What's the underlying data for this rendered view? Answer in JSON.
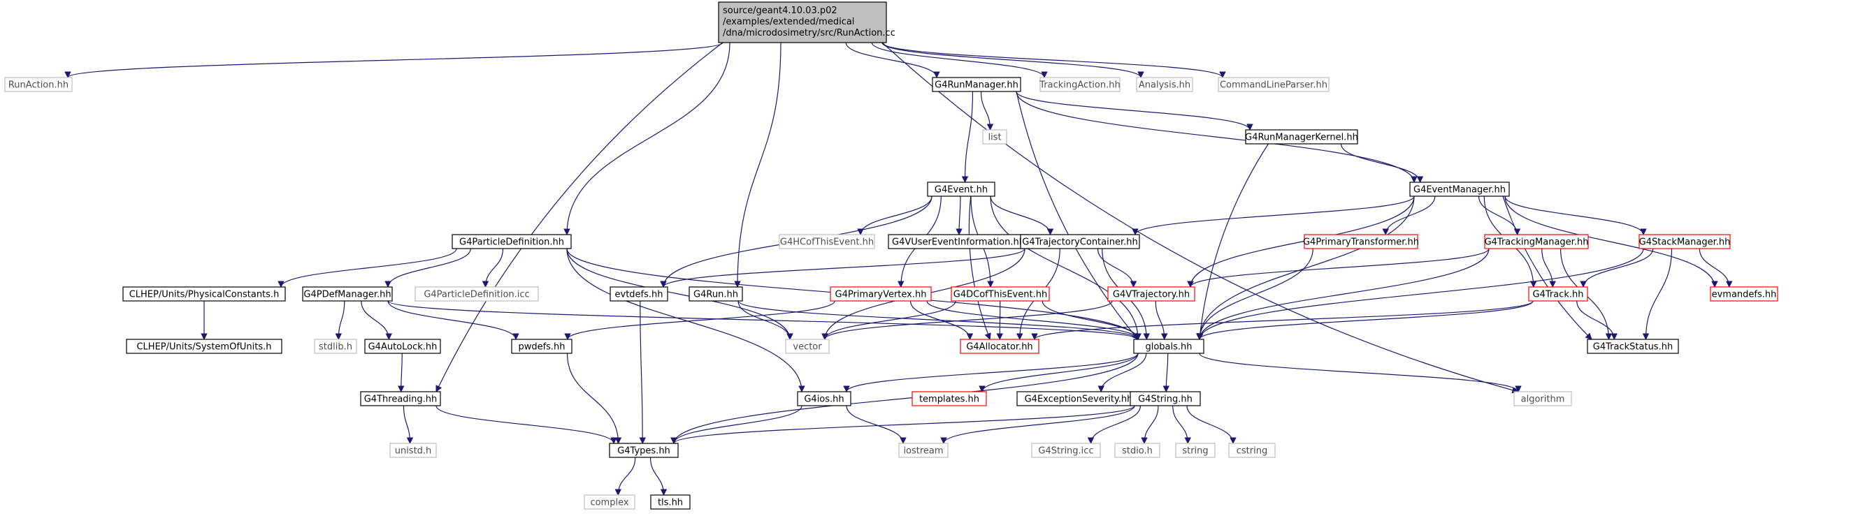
{
  "colors": {
    "edge": "#191970",
    "border_normal": "#000000",
    "border_missing": "#bfbfbf",
    "border_truncated": "#ff0000",
    "root_fill": "#bfbfbf",
    "text_normal": "#000000",
    "text_missing": "#4d4d4d"
  },
  "root": {
    "lines": [
      "source/geant4.10.03.p02",
      "/examples/extended/medical",
      "/dna/microdosimetry/src/RunAction.cc"
    ]
  },
  "nodes": {
    "run_action_hh": "RunAction.hh",
    "g4runmanager": "G4RunManager.hh",
    "tracking_action": "TrackingAction.hh",
    "analysis": "Analysis.hh",
    "command_line_parser": "CommandLineParser.hh",
    "list": "list",
    "g4runmanagerkernel": "G4RunManagerKernel.hh",
    "g4event": "G4Event.hh",
    "g4eventmanager": "G4EventManager.hh",
    "g4hcofthisevent": "G4HCofThisEvent.hh",
    "g4vusereventinformation": "G4VUserEventInformation.hh",
    "g4particledefinition": "G4ParticleDefinition.hh",
    "g4trajectorycontainer": "G4TrajectoryContainer.hh",
    "g4primarytransformer": "G4PrimaryTransformer.hh",
    "g4trackingmanager": "G4TrackingManager.hh",
    "g4stackmanager": "G4StackManager.hh",
    "clhep_physconst": "CLHEP/Units/PhysicalConstants.h",
    "g4pdefmanager": "G4PDefManager.hh",
    "g4particledefinition_icc": "G4ParticleDefinition.icc",
    "evtdefs": "evtdefs.hh",
    "g4run": "G4Run.hh",
    "g4primaryvertex": "G4PrimaryVertex.hh",
    "g4dcofthisevent": "G4DCofThisEvent.hh",
    "g4vtrajectory": "G4VTrajectory.hh",
    "g4track": "G4Track.hh",
    "evmandefs": "evmandefs.hh",
    "clhep_systemofunits": "CLHEP/Units/SystemOfUnits.h",
    "stdlib": "stdlib.h",
    "g4autolock": "G4AutoLock.hh",
    "pwdefs": "pwdefs.hh",
    "vector": "vector",
    "g4allocator": "G4Allocator.hh",
    "globals": "globals.hh",
    "g4trackstatus": "G4TrackStatus.hh",
    "g4threading": "G4Threading.hh",
    "g4ios": "G4ios.hh",
    "templates": "templates.hh",
    "g4exceptionseverity": "G4ExceptionSeverity.hh",
    "g4string": "G4String.hh",
    "algorithm": "algorithm",
    "unistd": "unistd.h",
    "g4types": "G4Types.hh",
    "iostream": "iostream",
    "g4string_icc": "G4String.icc",
    "stdio": "stdio.h",
    "string": "string",
    "cstring": "cstring",
    "complex": "complex",
    "tls": "tls.hh"
  }
}
